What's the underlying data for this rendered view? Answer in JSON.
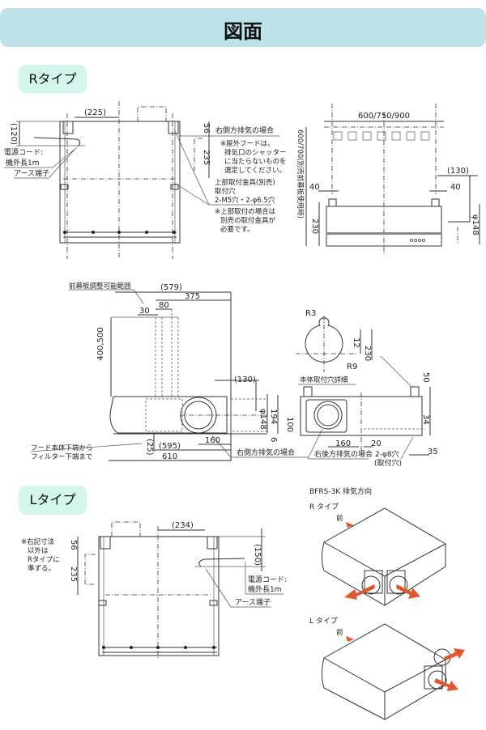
{
  "header": {
    "title": "図面"
  },
  "r_type": {
    "badge": "Rタイプ",
    "top_view": {
      "dim_225": "(225)",
      "dim_120": "(120)",
      "dim_56": "56",
      "dim_235": "235",
      "cord_label_1": "電源コード:",
      "cord_label_2": "機外長1m",
      "earth_label": "アース端子",
      "side_exhaust_title": "右側方排気の場合",
      "side_exhaust_note": [
        "※屋外フードは、",
        "排気口のシャッター",
        "に当たらないものを",
        "選定してください。"
      ],
      "mount_label": [
        "上部取付金具(別売)",
        "取付穴",
        "2-M5穴・2-φ6.5穴"
      ],
      "mount_note": [
        "※上部取付の場合は",
        "別売の取付金具が",
        "必要です。"
      ]
    },
    "front_view": {
      "dim_width": "600/750/900",
      "dim_height": "600/700(別売前幕板使用時)",
      "dim_40_left": "40",
      "dim_40_right": "40",
      "dim_130": "(130)",
      "dim_230": "230",
      "dim_148": "φ148"
    },
    "side_view": {
      "front_panel_label": "前幕板調整可能範囲",
      "dim_579": "(579)",
      "dim_375": "375",
      "dim_30": "30",
      "dim_80": "80",
      "dim_400_500": "400,500",
      "dim_130": "(130)",
      "dim_148": "φ148",
      "dim_194": "194",
      "dim_25": "(25)",
      "dim_595": "(595)",
      "dim_160": "160",
      "dim_610": "610",
      "dim_6": "6",
      "filter_label_1": "フード本体下端から",
      "filter_label_2": "フィルター下端まで",
      "side_exhaust_label": "右側方排気の場合"
    },
    "hole_detail": {
      "r3": "R3",
      "r9": "R9",
      "dim_12": "12",
      "dim_230": "230",
      "title": "本体取付穴詳細"
    },
    "back_view": {
      "dim_50": "50",
      "dim_34": "34",
      "dim_100": "100",
      "dim_160": "160",
      "dim_20": "20",
      "dim_35": "35",
      "rear_exhaust_label": "右後方排気の場合",
      "hole_label_1": "2-φ8穴",
      "hole_label_2": "(取付穴)"
    }
  },
  "l_type": {
    "badge": "Lタイプ",
    "note": [
      "※右記寸法",
      "以外は",
      "Rタイプに",
      "準ずる。"
    ],
    "dim_234": "(234)",
    "dim_56": "56",
    "dim_235": "235",
    "dim_150": "(150)",
    "cord_label_1": "電源コード:",
    "cord_label_2": "機外長1m",
    "earth_label": "アース端子"
  },
  "exhaust_direction": {
    "title": "BFRS-3K 排気方向",
    "r_label": "R タイプ",
    "l_label": "L タイプ",
    "front_label_r": "前",
    "front_label_l": "前",
    "arrow_color": "#e2582e"
  }
}
